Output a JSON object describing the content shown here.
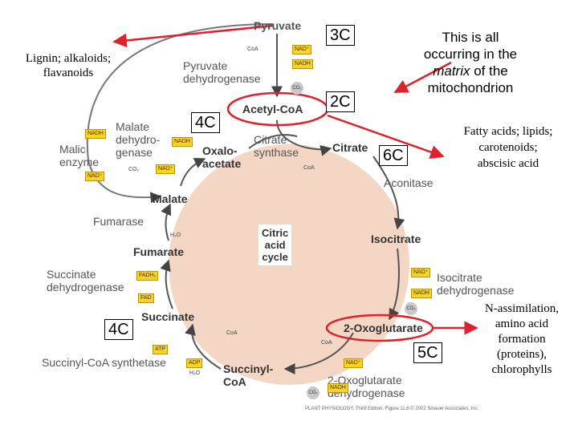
{
  "labels": {
    "pyruvate": "Pyruvate",
    "pyruvate_dehydrogenase_1": "Pyruvate",
    "pyruvate_dehydrogenase_2": "dehydrogenase",
    "acetyl_coa": "Acetyl-CoA",
    "citrate_synthase_1": "Citrate",
    "citrate_synthase_2": "synthase",
    "citrate": "Citrate",
    "aconitase": "Aconitase",
    "isocitrate": "Isocitrate",
    "isocitrate_dh_1": "Isocitrate",
    "isocitrate_dh_2": "dehydrogenase",
    "oxoglutarate": "2-Oxoglutarate",
    "oxoglutarate_dh_1": "2-Oxoglutarate",
    "oxoglutarate_dh_2": "dehydrogenase",
    "succinyl_coa_1": "Succinyl-",
    "succinyl_coa_2": "CoA",
    "succinyl_coa_synthetase": "Succinyl-CoA synthetase",
    "succinate": "Succinate",
    "succinate_dh_1": "Succinate",
    "succinate_dh_2": "dehydrogenase",
    "fumarate": "Fumarate",
    "fumarase": "Fumarase",
    "malate": "Malate",
    "malate_dh_1": "Malate",
    "malate_dh_2": "dehydro-",
    "malate_dh_3": "genase",
    "malic_enzyme_1": "Malic",
    "malic_enzyme_2": "enzyme",
    "oxaloacetate_1": "Oxalo-",
    "oxaloacetate_2": "acetate",
    "cycle_1": "Citric",
    "cycle_2": "acid",
    "cycle_3": "cycle"
  },
  "carbon_counts": {
    "c3": "3C",
    "c2": "2C",
    "c4_top": "4C",
    "c6": "6C",
    "c5": "5C",
    "c4_bottom": "4C"
  },
  "notes": {
    "matrix_1": "This is all",
    "matrix_2": "occurring in the",
    "matrix_3": "matrix",
    "matrix_4": " of the",
    "matrix_5": "mitochondrion",
    "lignin_1": "Lignin; alkaloids;",
    "lignin_2": "flavanoids",
    "fatty_1": "Fatty acids; lipids;",
    "fatty_2": "carotenoids;",
    "fatty_3": "abscisic acid",
    "n_1": "N-assimilation,",
    "n_2": "amino acid",
    "n_3": "formation",
    "n_4": "(proteins),",
    "n_5": "chlorophylls"
  },
  "cofactors": {
    "nad": "NAD⁺",
    "nadh": "NADH",
    "co2": "CO₂",
    "coa": "CoA",
    "fadh2": "FADH₂",
    "fad": "FAD",
    "atp": "ATP",
    "adp": "ADP",
    "h2o": "H₂O"
  },
  "credit": "PLANT PHYSIOLOGY, Third Edition, Figure 11.6 © 2002 Sinauer Associates, Inc.",
  "colors": {
    "red_annotation": "#e0202a",
    "cycle_fill": "#f4d6c4",
    "cofactor_tag": "#ffd21f",
    "arrow_gray": "#555555"
  }
}
